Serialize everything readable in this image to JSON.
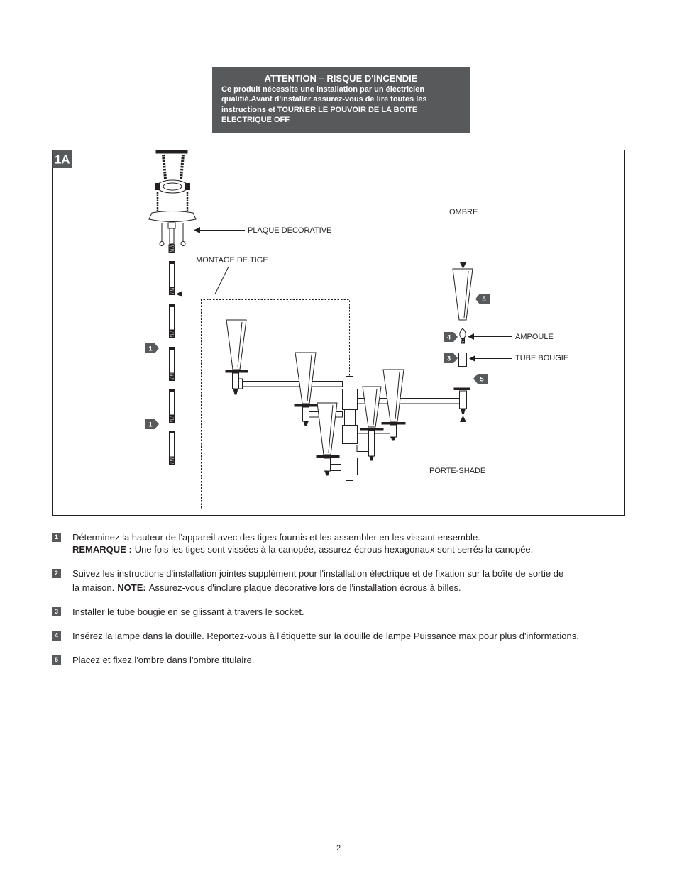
{
  "warning": {
    "title": "ATTENTION – RISQUE D'INCENDIE",
    "lines": [
      "Ce produit nécessite une installation par un électricien",
      "qualifié.Avant d'installer assurez-vous de lire toutes les",
      "instructions et TOURNER LE POUVOIR DE LA BOITE",
      "ELECTRIQUE OFF"
    ]
  },
  "figure": {
    "label": "1A",
    "labels": {
      "shade": "OMBRE",
      "canopy": "PLAQUE DÉCORATIVE",
      "stem": "MONTAGE DE TIGE",
      "bulb": "AMPOULE",
      "candle_tube": "TUBE BOUGIE",
      "shade_holder": "PORTE-SHADE"
    },
    "callouts": {
      "shade_step": "5",
      "bulb_step": "4",
      "tube_step": "3",
      "holder_step": "5",
      "rod_step_upper": "1",
      "rod_step_lower": "1"
    }
  },
  "steps": [
    {
      "number": "1",
      "text": "Déterminez la hauteur de l'appareil avec des tiges fournis et les assembler en les vissant ensemble.",
      "note_label": "REMARQUE :",
      "note_text": "Une fois les tiges sont vissées à la canopée, assurez-écrous hexagonaux sont serrés la canopée."
    },
    {
      "number": "2",
      "text": "Suivez les instructions d'installation jointes supplément pour l'installation électrique et de fixation sur la boîte de sortie de",
      "text_cont": "la maison.",
      "note_label": "NOTE:",
      "note_text": "Assurez-vous d'inclure plaque décorative lors de l'installation écrous à billes."
    },
    {
      "number": "3",
      "text": "Installer le tube bougie en se glissant à travers le socket."
    },
    {
      "number": "4",
      "text": "Insérez la lampe dans la douille. Reportez-vous à l'étiquette sur la douille de lampe Puissance max pour plus d'informations."
    },
    {
      "number": "5",
      "text": "Placez et fixez l'ombre dans l'ombre titulaire."
    }
  ],
  "page_number": "2",
  "colors": {
    "panel": "#58595b",
    "ink": "#231f20",
    "background": "#ffffff"
  }
}
